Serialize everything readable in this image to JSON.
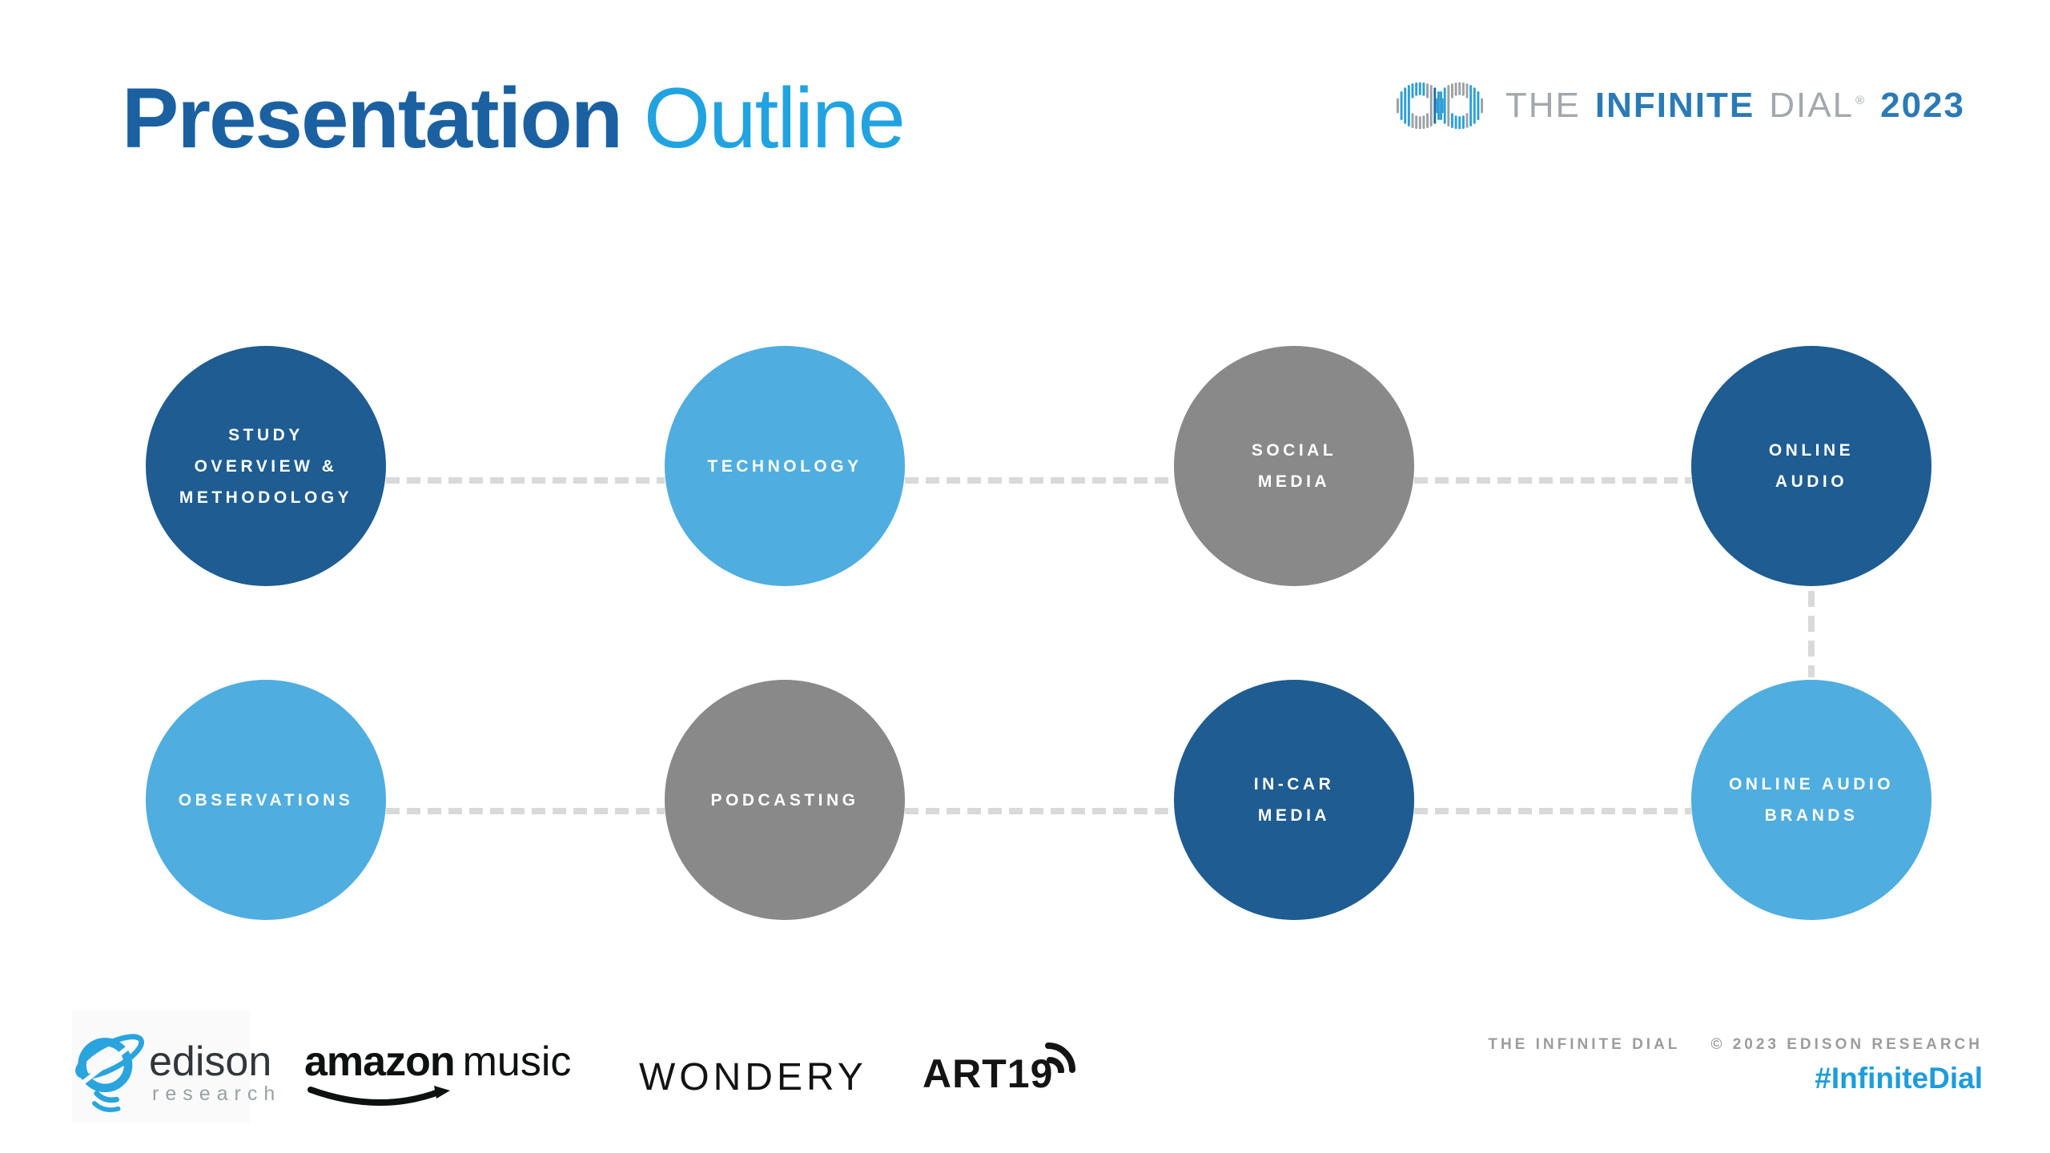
{
  "title": {
    "primary": "Presentation",
    "secondary": "Outline"
  },
  "brand": {
    "the": "THE",
    "infinite": "INFINITE",
    "dial": "DIAL",
    "reg": "®",
    "year": "2023"
  },
  "circles": [
    {
      "id": "study-overview-methodology",
      "label": "STUDY\nOVERVIEW &\nMETHODOLOGY",
      "color": "#1e5c92"
    },
    {
      "id": "technology",
      "label": "TECHNOLOGY",
      "color": "#4fade0"
    },
    {
      "id": "social-media",
      "label": "SOCIAL\nMEDIA",
      "color": "#898989"
    },
    {
      "id": "online-audio",
      "label": "ONLINE\nAUDIO",
      "color": "#1e5c92"
    },
    {
      "id": "observations",
      "label": "OBSERVATIONS",
      "color": "#4fade0"
    },
    {
      "id": "podcasting",
      "label": "PODCASTING",
      "color": "#898989"
    },
    {
      "id": "in-car-media",
      "label": "IN-CAR\nMEDIA",
      "color": "#1e5c92"
    },
    {
      "id": "online-audio-brands",
      "label": "ONLINE AUDIO\nBRANDS",
      "color": "#4fade0"
    }
  ],
  "footer": {
    "edison": {
      "name": "edison",
      "sub": "research"
    },
    "amazon": {
      "bold": "amazon",
      "regular": "music"
    },
    "wondery": "WONDERY",
    "art19": "ART19",
    "credit_left": "THE INFINITE DIAL",
    "credit_right": "© 2023 EDISON RESEARCH",
    "hashtag": "#InfiniteDial"
  },
  "colors": {
    "node_dark_blue": "#1e5c92",
    "node_light_blue": "#4fade0",
    "node_gray": "#898989",
    "title_dark": "#1b61a2",
    "title_light": "#21a3e1",
    "brand_blue": "#2b7ab6",
    "brand_gray": "#a4a8ab",
    "connector_gray": "#d9d9d9",
    "credit_gray": "#9c9c9c",
    "hashtag_blue": "#1e9cdb",
    "edison_blue": "#2aa4dd"
  }
}
